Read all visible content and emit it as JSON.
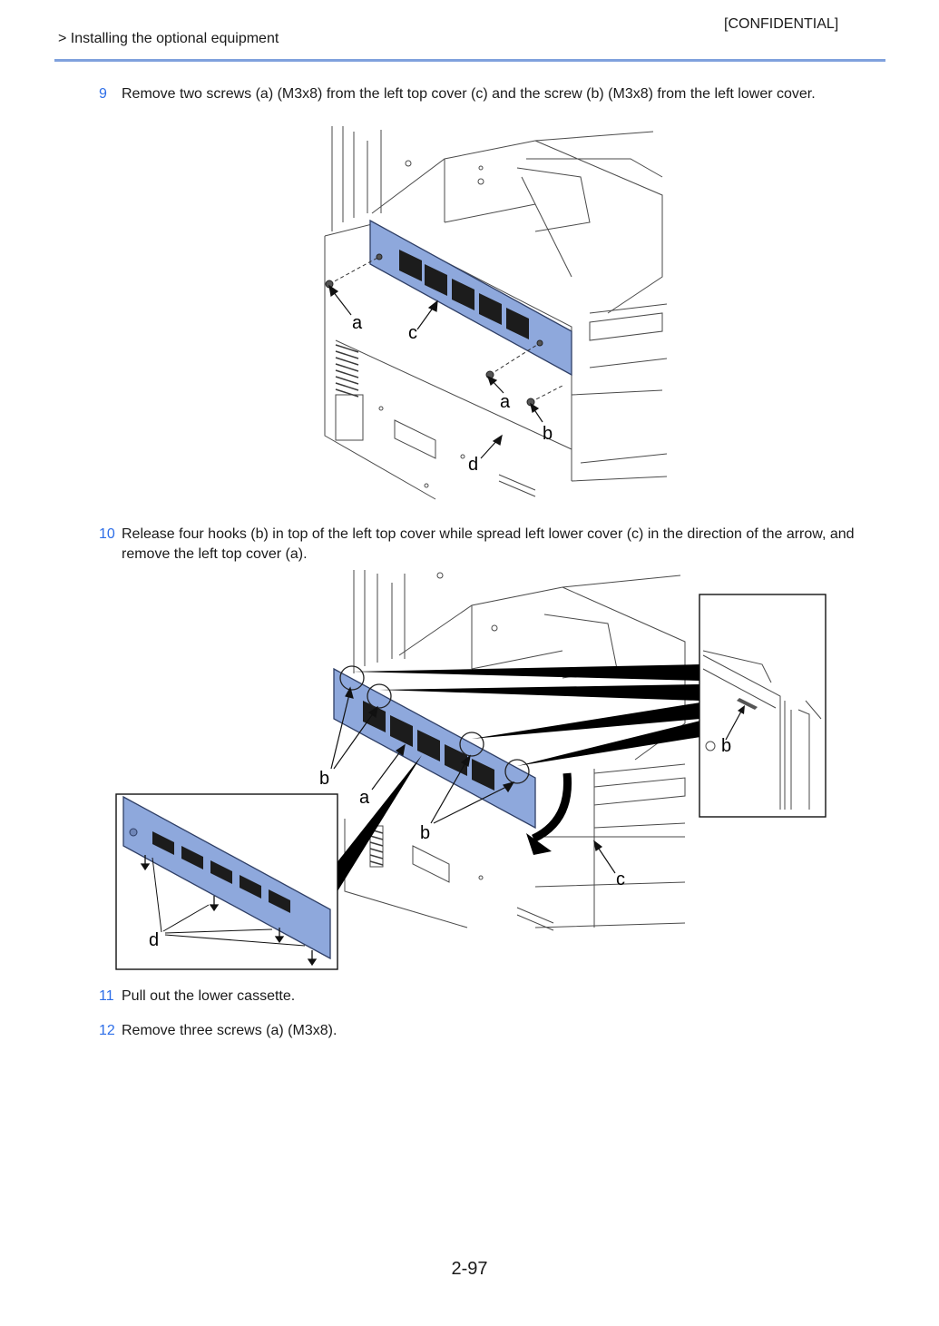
{
  "header": {
    "confidential": "[CONFIDENTIAL]",
    "breadcrumb": "> Installing the optional equipment"
  },
  "steps": [
    {
      "num": "9",
      "text": "Remove two screws (a) (M3x8) from the left top cover (c) and the screw (b) (M3x8) from the left lower cover."
    },
    {
      "num": "10",
      "text": "Release four hooks (b) in top of the left top cover while spread left lower cover (c) in the direction of the arrow, and remove the left top cover (a)."
    },
    {
      "num": "11",
      "text": "Pull out the lower cassette."
    },
    {
      "num": "12",
      "text": "Remove three screws (a) (M3x8)."
    }
  ],
  "figure1": {
    "labels": {
      "a1": "a",
      "c": "c",
      "a2": "a",
      "b": "b",
      "d": "d"
    }
  },
  "figure2": {
    "labels": {
      "b1": "b",
      "a": "a",
      "b2": "b",
      "c": "c",
      "b_detail": "b",
      "d": "d"
    }
  },
  "colors": {
    "accent": "#2d6ee8",
    "rule": "#7fa1dd",
    "cover": "#8ea8dc"
  },
  "footer": {
    "page_number": "2-97"
  }
}
